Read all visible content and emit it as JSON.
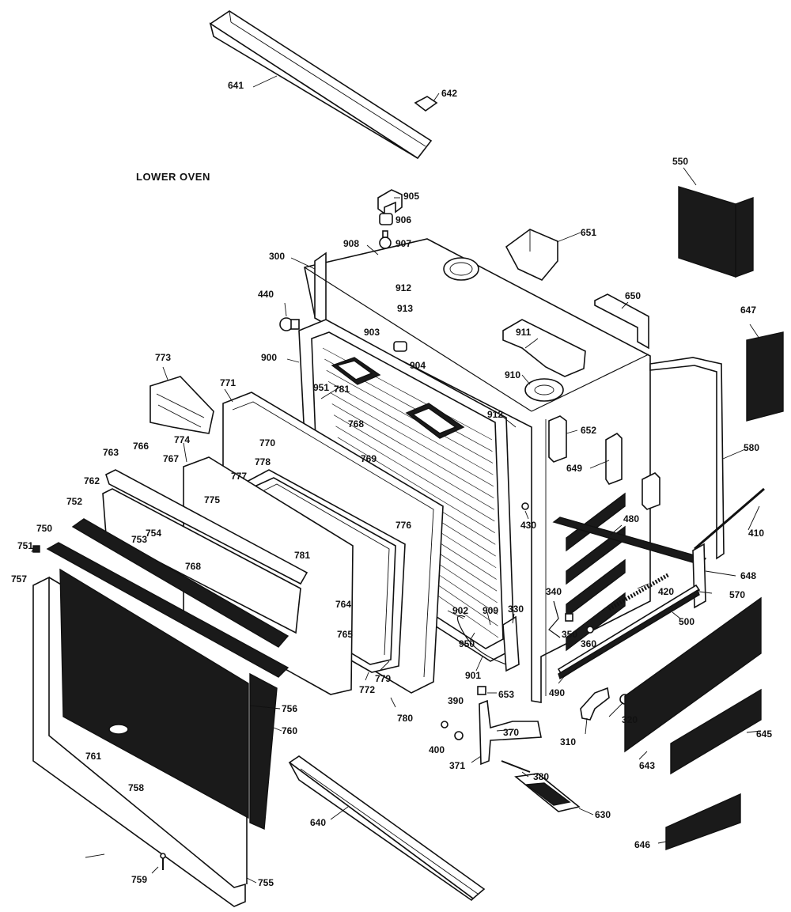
{
  "title": "LOWER OVEN",
  "labels": [
    {
      "id": "641",
      "text": "641"
    },
    {
      "id": "642",
      "text": "642"
    },
    {
      "id": "905",
      "text": "905"
    },
    {
      "id": "906",
      "text": "906"
    },
    {
      "id": "907",
      "text": "907"
    },
    {
      "id": "908",
      "text": "908"
    },
    {
      "id": "912a",
      "text": "912"
    },
    {
      "id": "913",
      "text": "913"
    },
    {
      "id": "300",
      "text": "300"
    },
    {
      "id": "440",
      "text": "440"
    },
    {
      "id": "903",
      "text": "903"
    },
    {
      "id": "904",
      "text": "904"
    },
    {
      "id": "900",
      "text": "900"
    },
    {
      "id": "951",
      "text": "951"
    },
    {
      "id": "781a",
      "text": "781"
    },
    {
      "id": "773",
      "text": "773"
    },
    {
      "id": "771",
      "text": "771"
    },
    {
      "id": "768a",
      "text": "768"
    },
    {
      "id": "769",
      "text": "769"
    },
    {
      "id": "770",
      "text": "770"
    },
    {
      "id": "778",
      "text": "778"
    },
    {
      "id": "766",
      "text": "766"
    },
    {
      "id": "767",
      "text": "767"
    },
    {
      "id": "774",
      "text": "774"
    },
    {
      "id": "763",
      "text": "763"
    },
    {
      "id": "777",
      "text": "777"
    },
    {
      "id": "762",
      "text": "762"
    },
    {
      "id": "775",
      "text": "775"
    },
    {
      "id": "752",
      "text": "752"
    },
    {
      "id": "753",
      "text": "753"
    },
    {
      "id": "754",
      "text": "754"
    },
    {
      "id": "750",
      "text": "750"
    },
    {
      "id": "751",
      "text": "751"
    },
    {
      "id": "781b",
      "text": "781"
    },
    {
      "id": "768b",
      "text": "768"
    },
    {
      "id": "757",
      "text": "757"
    },
    {
      "id": "776",
      "text": "776"
    },
    {
      "id": "764",
      "text": "764"
    },
    {
      "id": "765",
      "text": "765"
    },
    {
      "id": "902",
      "text": "902"
    },
    {
      "id": "909",
      "text": "909"
    },
    {
      "id": "330",
      "text": "330"
    },
    {
      "id": "950",
      "text": "950"
    },
    {
      "id": "901",
      "text": "901"
    },
    {
      "id": "772",
      "text": "772"
    },
    {
      "id": "779",
      "text": "779"
    },
    {
      "id": "780",
      "text": "780"
    },
    {
      "id": "756",
      "text": "756"
    },
    {
      "id": "760",
      "text": "760"
    },
    {
      "id": "761",
      "text": "761"
    },
    {
      "id": "758",
      "text": "758"
    },
    {
      "id": "759",
      "text": "759"
    },
    {
      "id": "755",
      "text": "755"
    },
    {
      "id": "640",
      "text": "640"
    },
    {
      "id": "653",
      "text": "653"
    },
    {
      "id": "390",
      "text": "390"
    },
    {
      "id": "400",
      "text": "400"
    },
    {
      "id": "370",
      "text": "370"
    },
    {
      "id": "371",
      "text": "371"
    },
    {
      "id": "380",
      "text": "380"
    },
    {
      "id": "630",
      "text": "630"
    },
    {
      "id": "651",
      "text": "651"
    },
    {
      "id": "650",
      "text": "650"
    },
    {
      "id": "911",
      "text": "911"
    },
    {
      "id": "910",
      "text": "910"
    },
    {
      "id": "912b",
      "text": "912"
    },
    {
      "id": "652",
      "text": "652"
    },
    {
      "id": "649",
      "text": "649"
    },
    {
      "id": "430",
      "text": "430"
    },
    {
      "id": "480",
      "text": "480"
    },
    {
      "id": "340",
      "text": "340"
    },
    {
      "id": "350",
      "text": "350"
    },
    {
      "id": "360",
      "text": "360"
    },
    {
      "id": "490",
      "text": "490"
    },
    {
      "id": "310",
      "text": "310"
    },
    {
      "id": "320",
      "text": "320"
    },
    {
      "id": "550",
      "text": "550"
    },
    {
      "id": "647",
      "text": "647"
    },
    {
      "id": "580",
      "text": "580"
    },
    {
      "id": "410",
      "text": "410"
    },
    {
      "id": "648",
      "text": "648"
    },
    {
      "id": "570",
      "text": "570"
    },
    {
      "id": "420",
      "text": "420"
    },
    {
      "id": "500",
      "text": "500"
    },
    {
      "id": "645",
      "text": "645"
    },
    {
      "id": "643",
      "text": "643"
    },
    {
      "id": "646",
      "text": "646"
    }
  ]
}
